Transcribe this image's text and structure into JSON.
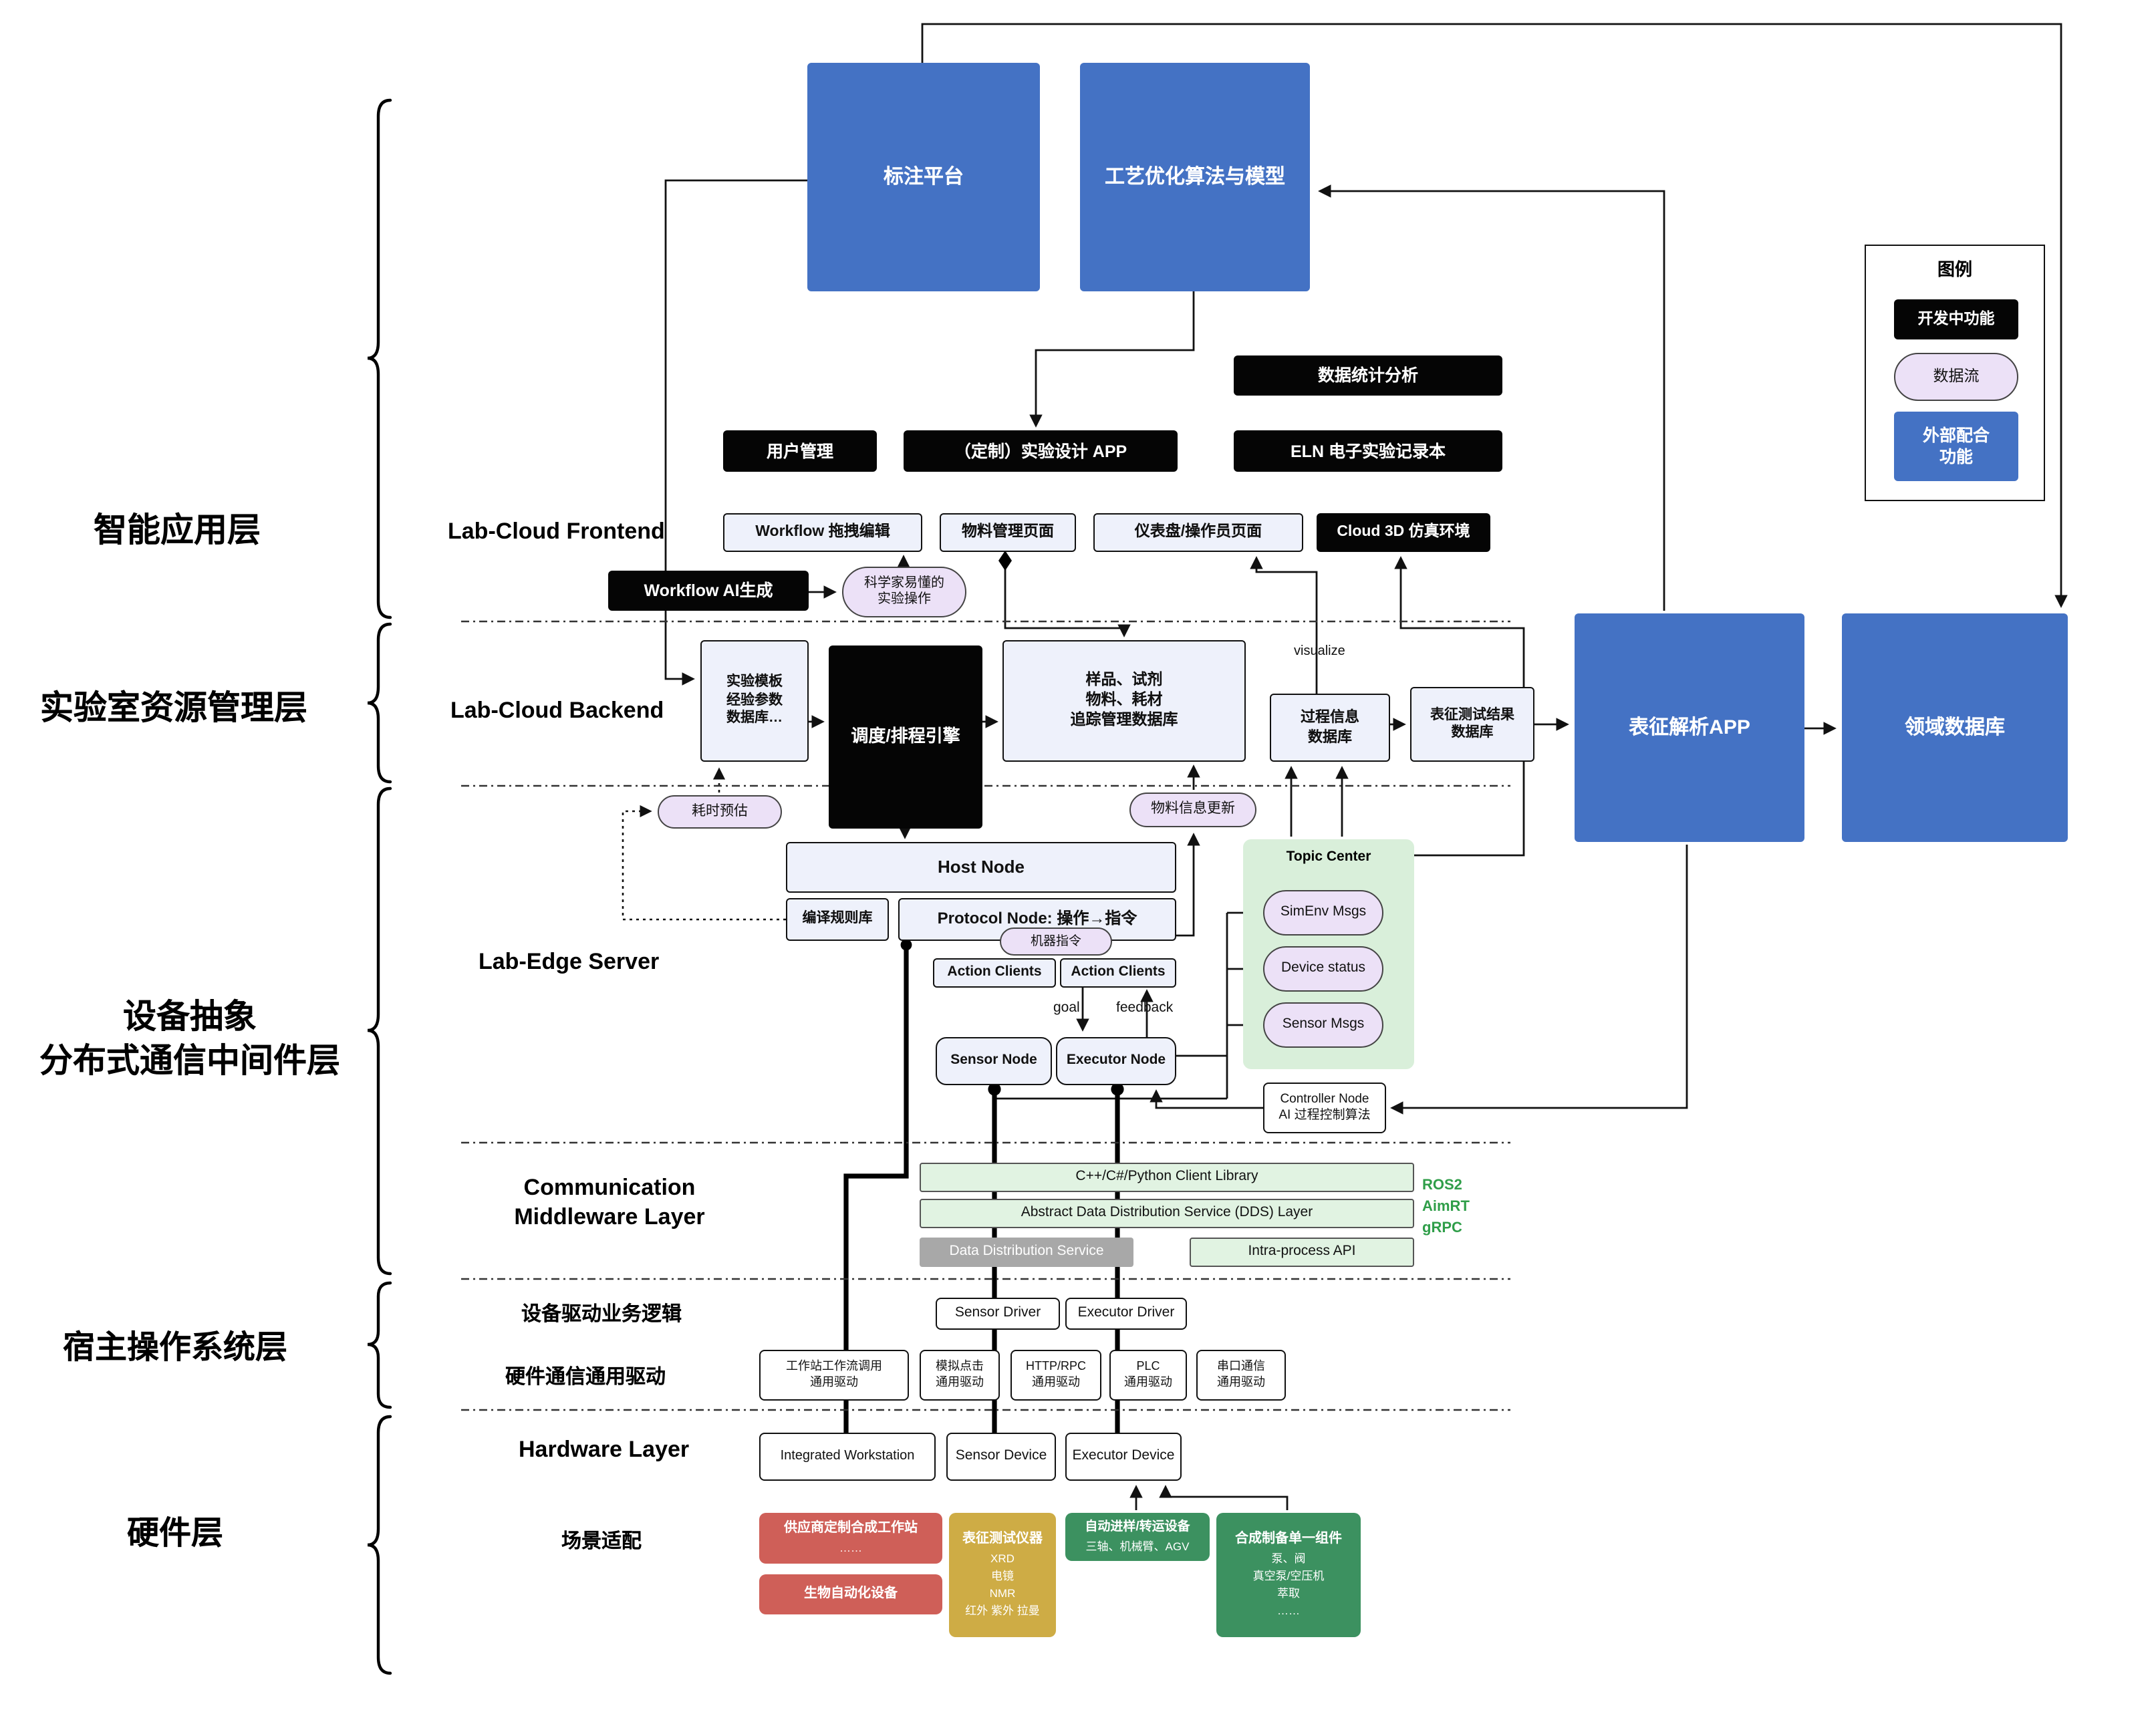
{
  "colors": {
    "blue": "#4472c4",
    "black": "#050505",
    "light_box": "#eef1fb",
    "pill_purple": "#ece1f7",
    "green_bar": "#e1f3e2",
    "gray_bar": "#a8a8a8",
    "topic_bg": "#d9efda",
    "red_box": "#cf5f58",
    "yellow_box": "#ceac45",
    "green_box": "#3c9160",
    "stack_green": "#2f9e49"
  },
  "top": {
    "annotation_platform": "标注平台",
    "process_optimization": "工艺优化算法与模型"
  },
  "legend": {
    "title": "图例",
    "in_development": "开发中功能",
    "data_flow": "数据流",
    "external_support": "外部配合\n功能"
  },
  "left_labels": {
    "intelligent_app": "智能应用层",
    "lab_resource": "实验室资源管理层",
    "device_abstraction": "设备抽象\n分布式通信中间件层",
    "host_os": "宿主操作系统层",
    "hardware": "硬件层"
  },
  "frontend": {
    "section_label": "Lab-Cloud Frontend",
    "data_statistics": "数据统计分析",
    "user_management": "用户管理",
    "custom_design_app": "（定制）实验设计 APP",
    "eln": "ELN 电子实验记录本",
    "workflow_editor": "Workflow 拖拽编辑",
    "material_page": "物料管理页面",
    "dashboard_page": "仪表盘/操作员页面",
    "cloud_3d": "Cloud 3D 仿真环境",
    "workflow_ai": "Workflow AI生成",
    "scientist_ops": "科学家易懂的\n实验操作"
  },
  "backend": {
    "section_label": "Lab-Cloud Backend",
    "template_db": "实验模板\n经验参数\n数据库…",
    "scheduler": "调度/排程引擎",
    "sample_db": "样品、试剂\n物料、耗材\n追踪管理数据库",
    "process_db": "过程信息\n数据库",
    "char_result_db": "表征测试结果\n数据库",
    "visualize": "visualize",
    "char_app": "表征解析APP",
    "domain_db": "领域数据库",
    "time_estimate": "耗时预估",
    "material_update": "物料信息更新"
  },
  "edge": {
    "section_label": "Lab-Edge Server",
    "host_node": "Host Node",
    "compile_rules": "编译规则库",
    "protocol_node": "Protocol Node: 操作→指令",
    "machine_cmd": "机器指令",
    "action_clients_1": "Action Clients",
    "action_clients_2": "Action Clients",
    "goal": "goal",
    "feedback": "feedback",
    "sensor_node": "Sensor Node",
    "executor_node": "Executor Node",
    "topic_center": "Topic Center",
    "simenv_msgs": "SimEnv Msgs",
    "device_status": "Device status",
    "sensor_msgs": "Sensor Msgs",
    "controller_node": "Controller Node\nAI 过程控制算法"
  },
  "middleware": {
    "section_label": "Communication\nMiddleware Layer",
    "client_library": "C++/C#/Python Client Library",
    "dds_abstract": "Abstract Data Distribution Service (DDS) Layer",
    "dds_service": "Data Distribution Service",
    "intra_process": "Intra-process API",
    "stack": "ROS2\nAimRT\ngRPC"
  },
  "host_os": {
    "driver_logic_label": "设备驱动业务逻辑",
    "sensor_driver": "Sensor Driver",
    "executor_driver": "Executor Driver",
    "generic_driver_label": "硬件通信通用驱动",
    "drivers": [
      "工作站工作流调用\n通用驱动",
      "模拟点击\n通用驱动",
      "HTTP/RPC\n通用驱动",
      "PLC\n通用驱动",
      "串口通信\n通用驱动"
    ]
  },
  "hardware": {
    "section_label": "Hardware Layer",
    "integrated_workstation": "Integrated Workstation",
    "sensor_device": "Sensor Device",
    "executor_device": "Executor Device",
    "scene_label": "场景适配",
    "vendor_workstation": {
      "title": "供应商定制合成工作站",
      "sub": "……"
    },
    "bio_automation": {
      "title": "生物自动化设备",
      "sub": ""
    },
    "char_instruments": {
      "title": "表征测试仪器",
      "sub": "XRD\n电镜\nNMR\n红外 紫外 拉曼"
    },
    "transfer_devices": {
      "title": "自动进样/转运设备",
      "sub": "三轴、机械臂、AGV"
    },
    "synthesis_components": {
      "title": "合成制备单一组件",
      "sub": "泵、阀\n真空泵/空压机\n萃取\n……"
    }
  }
}
